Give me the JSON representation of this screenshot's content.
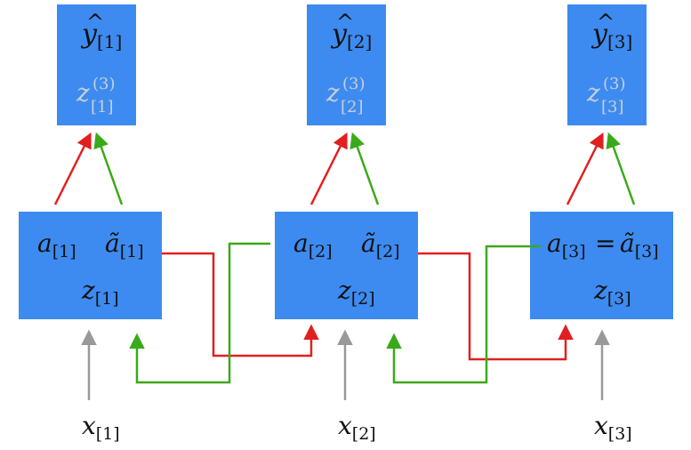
{
  "diagram": {
    "colors": {
      "box": "#3d8bf0",
      "red_arrow": "#e02020",
      "green_arrow": "#3aaa1a",
      "gray_arrow": "#999999",
      "text_dark": "#111111",
      "text_faded": "#c9cfd8"
    },
    "steps": [
      {
        "output": {
          "var": "y",
          "hat": "^",
          "sub": "[1]"
        },
        "z3": {
          "var": "z",
          "sup": "(3)",
          "sub": "[1]"
        },
        "a": {
          "var": "a",
          "sub": "[1]"
        },
        "a_tilde": {
          "var": "ã",
          "sub": "[1]"
        },
        "z": {
          "var": "z",
          "sub": "[1]"
        },
        "x": {
          "var": "x",
          "sub": "[1]"
        }
      },
      {
        "output": {
          "var": "y",
          "hat": "^",
          "sub": "[2]"
        },
        "z3": {
          "var": "z",
          "sup": "(3)",
          "sub": "[2]"
        },
        "a": {
          "var": "a",
          "sub": "[2]"
        },
        "a_tilde": {
          "var": "ã",
          "sub": "[2]"
        },
        "z": {
          "var": "z",
          "sub": "[2]"
        },
        "x": {
          "var": "x",
          "sub": "[2]"
        }
      },
      {
        "output": {
          "var": "y",
          "hat": "^",
          "sub": "[3]"
        },
        "z3": {
          "var": "z",
          "sup": "(3)",
          "sub": "[3]"
        },
        "a": {
          "var": "a",
          "sub": "[3]"
        },
        "equals": "=",
        "a_tilde": {
          "var": "ã",
          "sub": "[3]"
        },
        "z": {
          "var": "z",
          "sub": "[3]"
        },
        "x": {
          "var": "x",
          "sub": "[3]"
        }
      }
    ]
  }
}
